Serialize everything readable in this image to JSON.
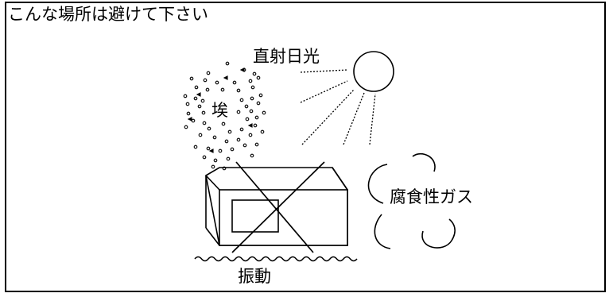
{
  "title": "こんな場所は避けて下さい",
  "labels": {
    "sunlight": "直射日光",
    "dust": "埃",
    "corrosive_gas": "腐食性ガス",
    "vibration": "振動"
  }
}
